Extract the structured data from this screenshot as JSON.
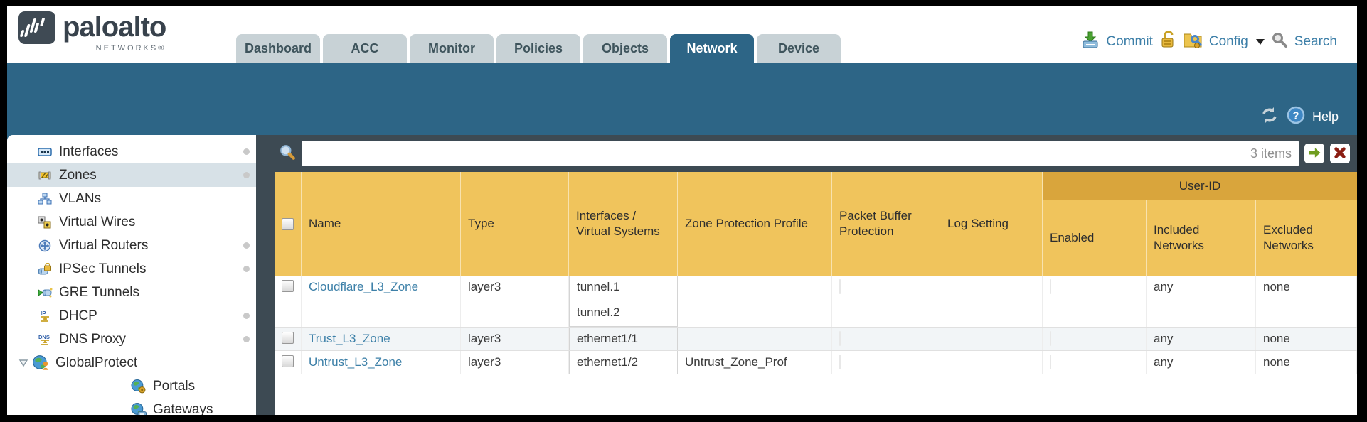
{
  "brand": {
    "name": "paloalto",
    "networks": "NETWORKS®"
  },
  "tabs": [
    {
      "label": "Dashboard",
      "active": false
    },
    {
      "label": "ACC",
      "active": false
    },
    {
      "label": "Monitor",
      "active": false
    },
    {
      "label": "Policies",
      "active": false
    },
    {
      "label": "Objects",
      "active": false
    },
    {
      "label": "Network",
      "active": true
    },
    {
      "label": "Device",
      "active": false
    }
  ],
  "actions": {
    "commit": "Commit",
    "config": "Config",
    "search": "Search"
  },
  "band": {
    "help": "Help"
  },
  "icons": [
    "paloalto-logo-icon",
    "commit-icon",
    "lock-icon",
    "config-icon",
    "caret-down-icon",
    "search-icon",
    "refresh-icon",
    "help-icon",
    "filter-magnifier-icon",
    "apply-filter-arrow-icon",
    "clear-filter-x-icon",
    "interfaces-icon",
    "zones-icon",
    "vlans-icon",
    "virtual-wires-icon",
    "virtual-routers-icon",
    "ipsec-tunnels-icon",
    "gre-tunnels-icon",
    "dhcp-icon",
    "dns-proxy-icon",
    "globalprotect-icon",
    "portals-icon",
    "gateways-icon",
    "expander-triangle-icon"
  ],
  "sidebar": {
    "items": [
      {
        "label": "Interfaces",
        "icon": "interfaces-icon",
        "has_dot": true,
        "selected": false
      },
      {
        "label": "Zones",
        "icon": "zones-icon",
        "has_dot": true,
        "selected": true
      },
      {
        "label": "VLANs",
        "icon": "vlans-icon",
        "has_dot": false,
        "selected": false
      },
      {
        "label": "Virtual Wires",
        "icon": "virtual-wires-icon",
        "has_dot": false,
        "selected": false
      },
      {
        "label": "Virtual Routers",
        "icon": "virtual-routers-icon",
        "has_dot": true,
        "selected": false
      },
      {
        "label": "IPSec Tunnels",
        "icon": "ipsec-tunnels-icon",
        "has_dot": true,
        "selected": false
      },
      {
        "label": "GRE Tunnels",
        "icon": "gre-tunnels-icon",
        "has_dot": false,
        "selected": false
      },
      {
        "label": "DHCP",
        "icon": "dhcp-icon",
        "has_dot": true,
        "selected": false
      },
      {
        "label": "DNS Proxy",
        "icon": "dns-proxy-icon",
        "has_dot": true,
        "selected": false
      },
      {
        "label": "GlobalProtect",
        "icon": "globalprotect-icon",
        "has_dot": false,
        "selected": false,
        "expanded": true
      },
      {
        "label": "Portals",
        "icon": "portals-icon",
        "has_dot": false,
        "selected": false,
        "child": true
      },
      {
        "label": "Gateways",
        "icon": "gateways-icon",
        "has_dot": false,
        "selected": false,
        "child": true
      }
    ]
  },
  "filterbar": {
    "value": "",
    "items_count": "3 items"
  },
  "table": {
    "group_header": "User-ID",
    "columns": [
      "Name",
      "Type",
      "Interfaces / Virtual Systems",
      "Zone Protection Profile",
      "Packet Buffer Protection",
      "Log Setting",
      "Enabled",
      "Included Networks",
      "Excluded Networks"
    ],
    "rows": [
      {
        "name": "Cloudflare_L3_Zone",
        "type": "layer3",
        "interfaces": [
          "tunnel.1",
          "tunnel.2"
        ],
        "zone_protection_profile": "",
        "log_setting": "",
        "included_networks": "any",
        "excluded_networks": "none"
      },
      {
        "name": "Trust_L3_Zone",
        "type": "layer3",
        "interfaces": [
          "ethernet1/1"
        ],
        "zone_protection_profile": "",
        "log_setting": "",
        "included_networks": "any",
        "excluded_networks": "none"
      },
      {
        "name": "Untrust_L3_Zone",
        "type": "layer3",
        "interfaces": [
          "ethernet1/2"
        ],
        "zone_protection_profile": "Untrust_Zone_Prof",
        "log_setting": "",
        "included_networks": "any",
        "excluded_networks": "none"
      }
    ]
  },
  "colors": {
    "teal": "#2d6586",
    "slate": "#3d4a53",
    "header_orange": "#f0c45c",
    "group_amber": "#d9a53c",
    "link_blue": "#3d80a8",
    "tab_inactive": "#c8d2d6",
    "row_alt": "#f2f5f7"
  }
}
